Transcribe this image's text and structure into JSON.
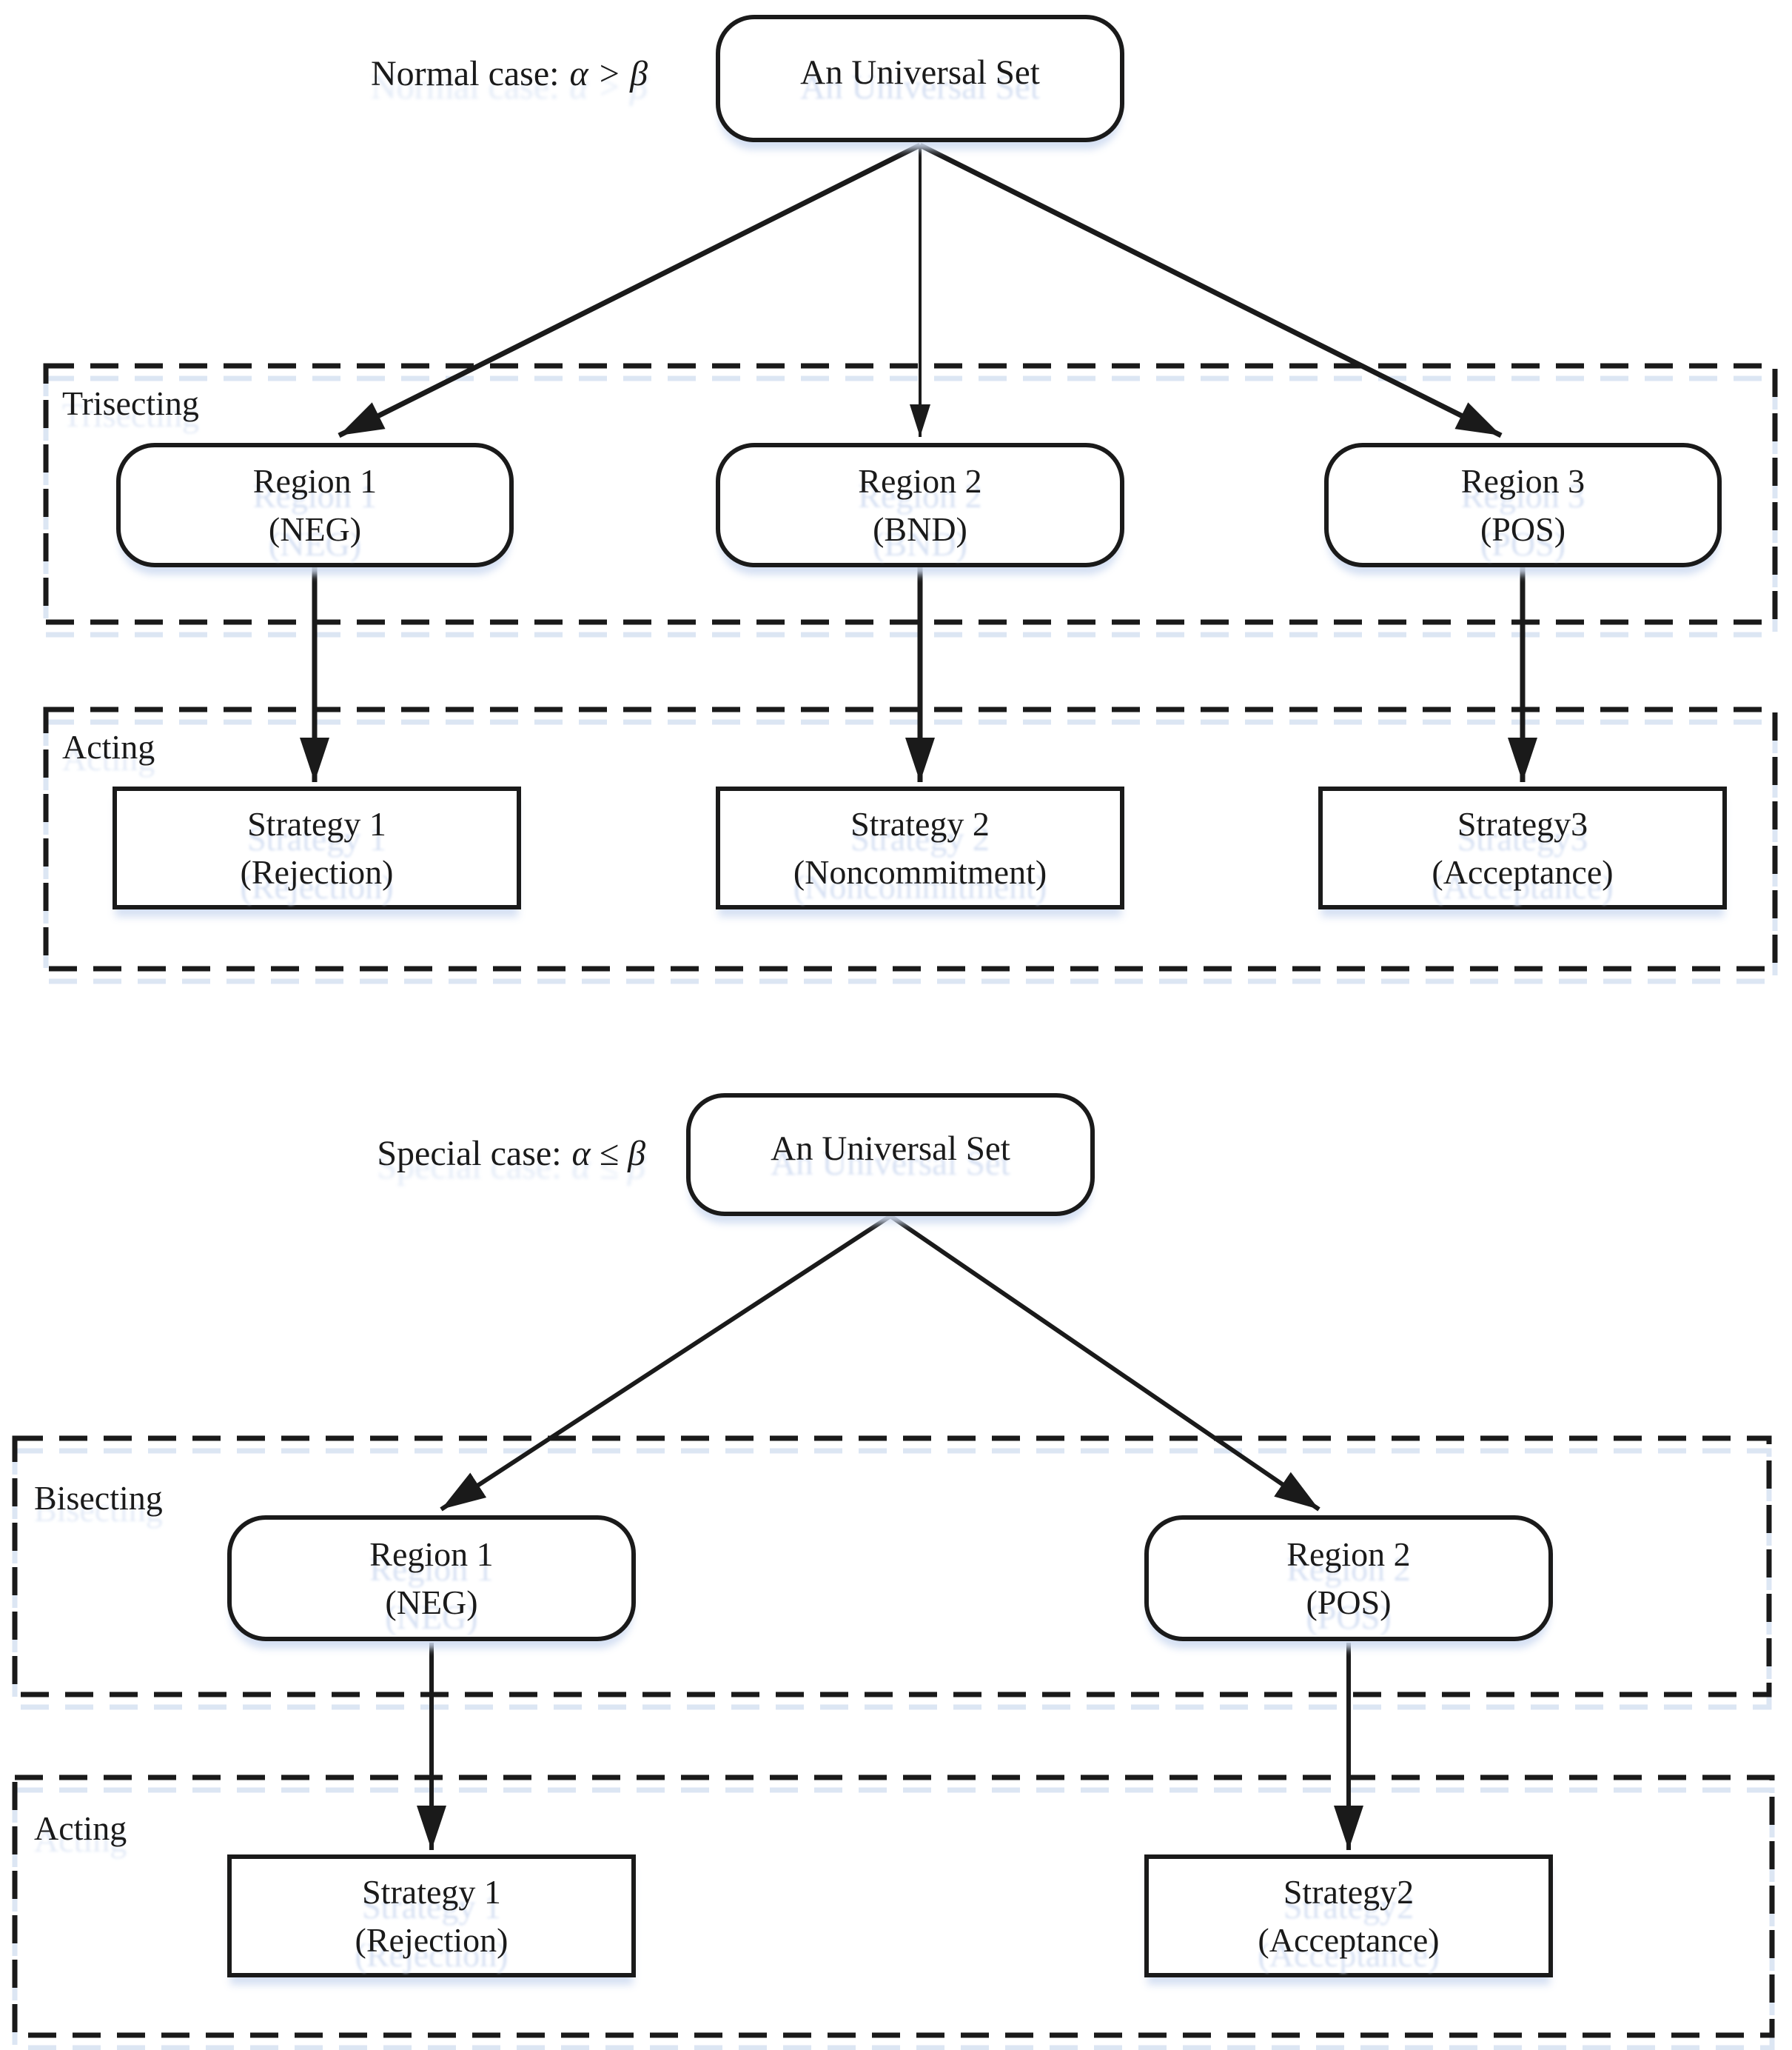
{
  "diagram1": {
    "caption": {
      "text": "Normal case:",
      "math": "α > β"
    },
    "root": "An Universal Set",
    "stage1_label": "Trisecting",
    "stage2_label": "Acting",
    "regions": [
      {
        "line1": "Region 1",
        "line2": "(NEG)"
      },
      {
        "line1": "Region 2",
        "line2": "(BND)"
      },
      {
        "line1": "Region 3",
        "line2": "(POS)"
      }
    ],
    "strategies": [
      {
        "line1": "Strategy 1",
        "line2": "(Rejection)"
      },
      {
        "line1": "Strategy 2",
        "line2": "(Noncommitment)"
      },
      {
        "line1": "Strategy3",
        "line2": "(Acceptance)"
      }
    ]
  },
  "diagram2": {
    "caption": {
      "text": "Special case:",
      "math": "α ≤ β"
    },
    "root": "An Universal Set",
    "stage1_label": "Bisecting",
    "stage2_label": "Acting",
    "regions": [
      {
        "line1": "Region 1",
        "line2": "(NEG)"
      },
      {
        "line1": "Region 2",
        "line2": "(POS)"
      }
    ],
    "strategies": [
      {
        "line1": "Strategy 1",
        "line2": "(Rejection)"
      },
      {
        "line1": "Strategy2",
        "line2": "(Acceptance)"
      }
    ]
  },
  "colors": {
    "stroke": "#1a1a1a",
    "background": "#ffffff",
    "shadow": "#dce6f3"
  }
}
